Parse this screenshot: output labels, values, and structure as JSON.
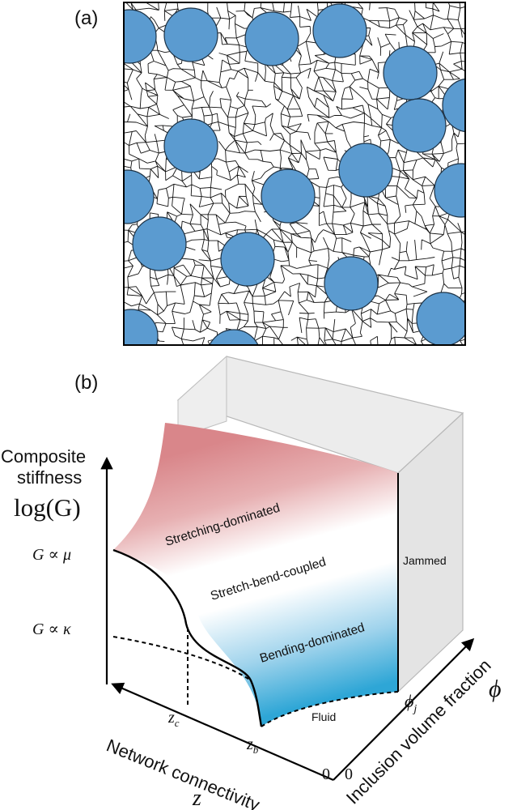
{
  "panel_a": {
    "label": "(a)",
    "colors": {
      "inclusion": "#5b9bd0",
      "network": "#111111",
      "frame": "#000000"
    }
  },
  "panel_b": {
    "label": "(b)",
    "axis_y": {
      "line1": "Composite",
      "line2": "stiffness",
      "line3": "log(G)"
    },
    "axis_x": {
      "line1": "Network connectivity",
      "line2": "z"
    },
    "axis_depth": {
      "line1": "Inclusion volume fraction",
      "line2": "ϕ"
    },
    "ticks": {
      "g_mu": "G ∝ μ",
      "g_kappa": "G ∝ κ",
      "z_c": "z",
      "z_c_sub": "c",
      "z_b": "z",
      "z_b_sub": "b",
      "phi_j": "ϕ",
      "phi_j_sub": "j",
      "zero_x": "0",
      "zero_depth": "0"
    },
    "regions": {
      "stretching": "Stretching-dominated",
      "stretch_bend": "Stretch-bend-coupled",
      "bending": "Bending-dominated",
      "fluid": "Fluid",
      "jammed": "Jammed"
    },
    "colors": {
      "stretching": "#d9868a",
      "bending": "#2ea6d6",
      "box_face": "#e6e6e6",
      "box_edge": "#b8b8b8"
    }
  }
}
